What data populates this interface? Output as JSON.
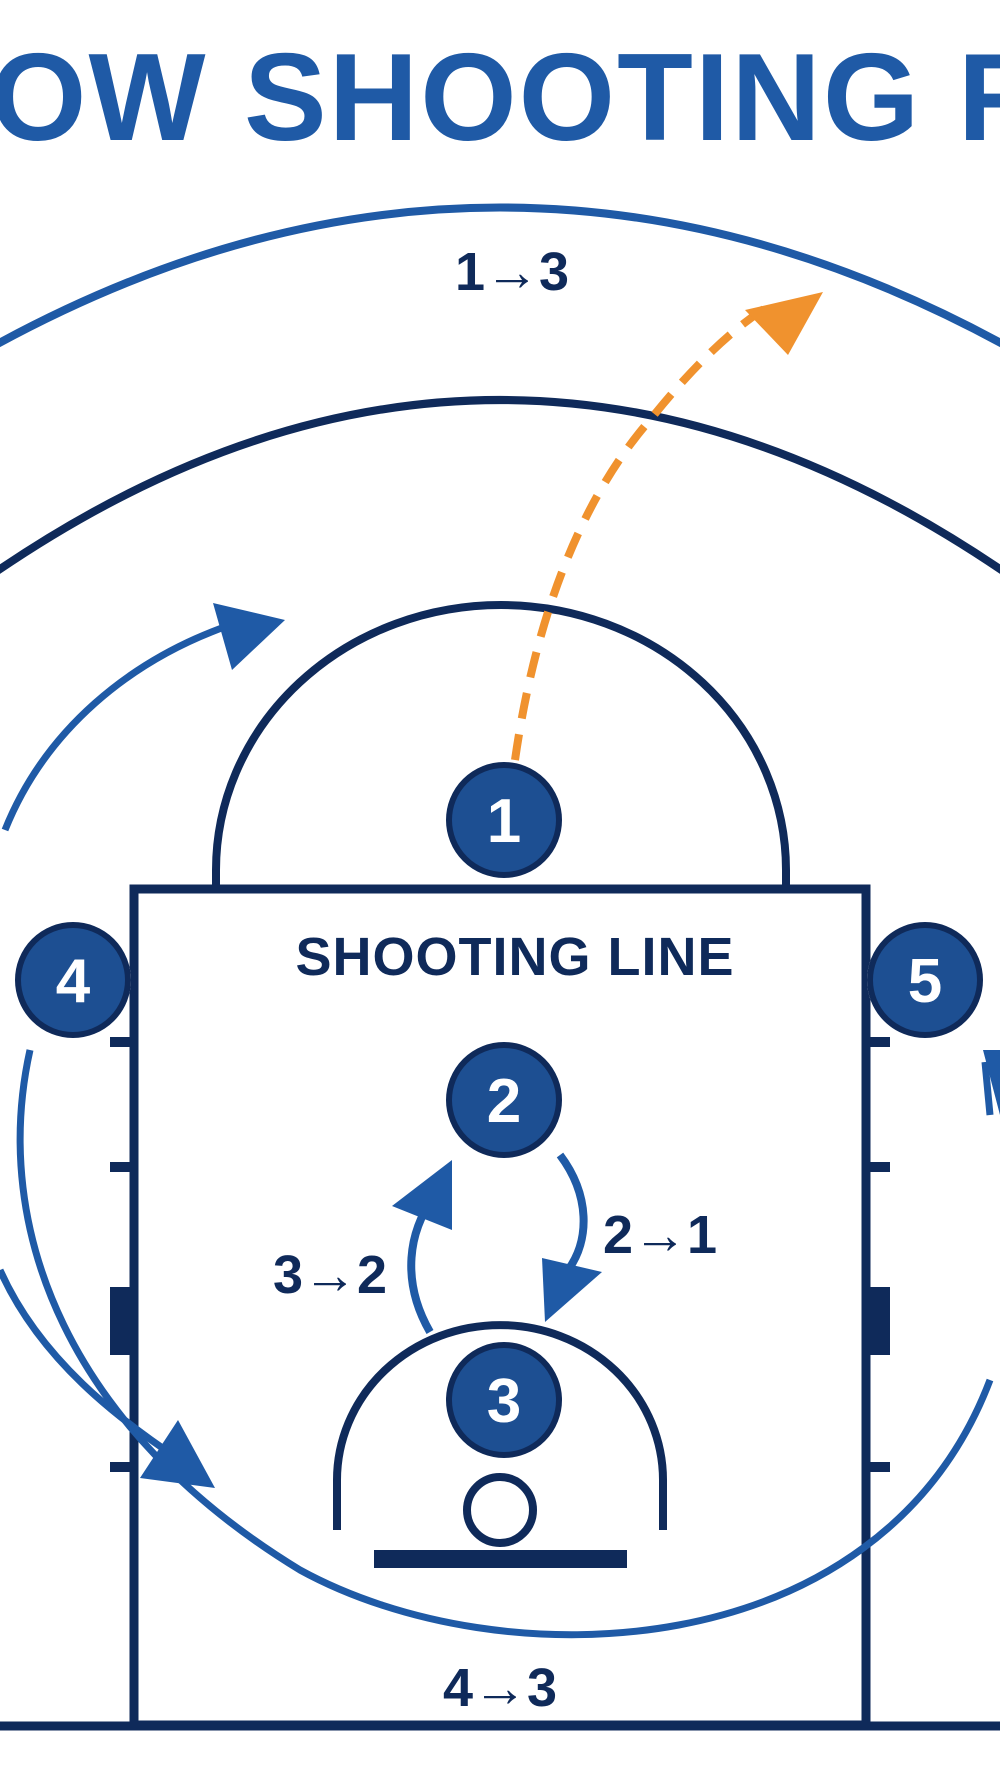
{
  "title": "OW SHOOTING ROTAT",
  "zone_label": "SHOOTING LINE",
  "rotations": {
    "r1_3": "1→3",
    "r2_1": "2→1",
    "r3_2": "3→2",
    "r4_3": "4→3"
  },
  "players": {
    "p1": "1",
    "p2": "2",
    "p3": "3",
    "p4": "4",
    "p5": "5"
  },
  "colors": {
    "navy": "#0f2a5a",
    "blue": "#1f5aa6",
    "player_fill": "#1d4f92",
    "orange": "#f0922e",
    "background": "#ffffff"
  }
}
